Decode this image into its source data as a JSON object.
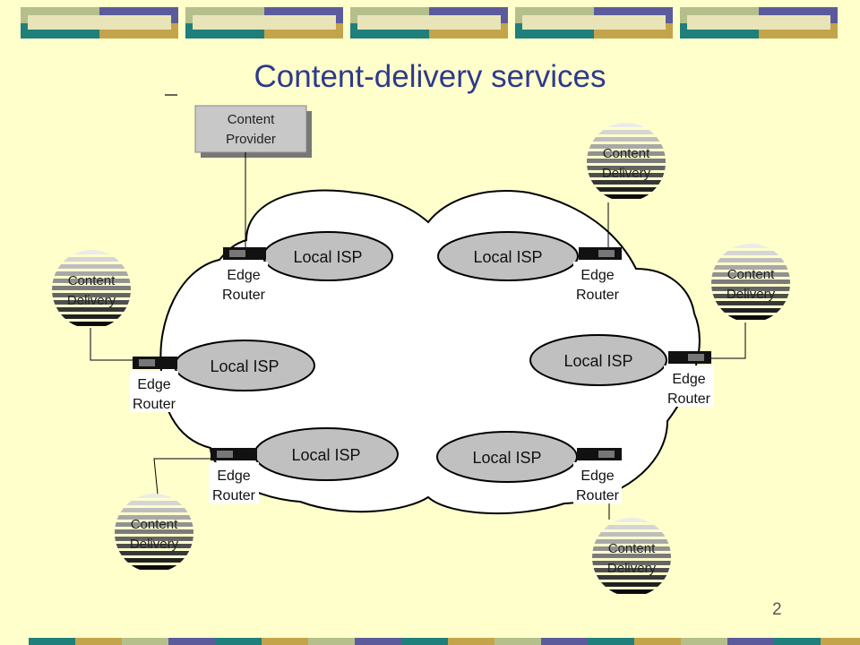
{
  "slide": {
    "title": "Content-delivery services",
    "number": "2",
    "colors": {
      "background": "#ffffcc",
      "title": "#2e3a8c",
      "band_teal": "#1f7f7a",
      "band_gold": "#c4a44a",
      "band_navy": "#5b5b9c",
      "band_sage": "#b5bf8c"
    }
  },
  "diagram": {
    "content_provider": {
      "line1": "Content",
      "line2": "Provider"
    },
    "isps": [
      {
        "label": "Local ISP"
      },
      {
        "label": "Local ISP"
      },
      {
        "label": "Local ISP"
      },
      {
        "label": "Local ISP"
      },
      {
        "label": "Local ISP"
      },
      {
        "label": "Local ISP"
      }
    ],
    "routers": [
      {
        "line1": "Edge",
        "line2": "Router"
      },
      {
        "line1": "Edge",
        "line2": "Router"
      },
      {
        "line1": "Edge",
        "line2": "Router"
      },
      {
        "line1": "Edge",
        "line2": "Router"
      },
      {
        "line1": "Edge",
        "line2": "Router"
      },
      {
        "line1": "Edge",
        "line2": "Router"
      }
    ],
    "content_delivery_nodes": [
      {
        "line1": "Content",
        "line2": "Delivery"
      },
      {
        "line1": "Content",
        "line2": "Delivery"
      },
      {
        "line1": "Content",
        "line2": "Delivery"
      },
      {
        "line1": "Content",
        "line2": "Delivery"
      },
      {
        "line1": "Content",
        "line2": "Delivery"
      }
    ]
  }
}
